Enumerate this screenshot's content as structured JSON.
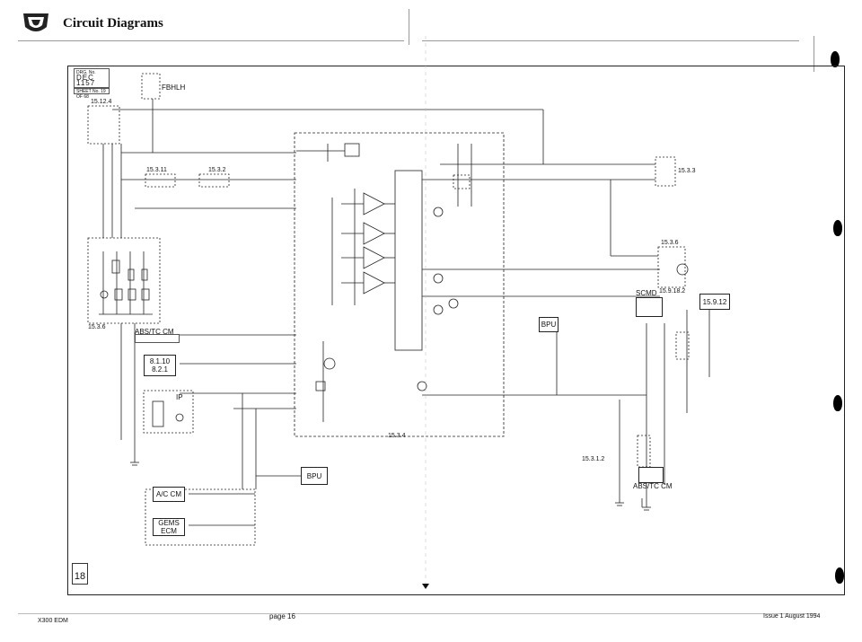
{
  "header": {
    "title": "Circuit Diagrams"
  },
  "reference": {
    "label": "DRG. No.",
    "drawing_no": "DEC 1157",
    "sheet_label": "SHEET No.",
    "sheet": "19",
    "of_label": "OF",
    "total": "68"
  },
  "diagram": {
    "connectors": {
      "fbhlh": "FBHLH",
      "c15_12_4": "15.12.4",
      "c15_3_11": "15.3.11",
      "c15_3_2": "15.3.2",
      "c15_3_3": "15.3.3",
      "c15_3_6a": "15.3.6",
      "c15_3_6b": "15.3.6",
      "c15_9_18_2": "15.9.18.2",
      "c15_9_12": "15.9.12",
      "c15_3_4": "15.3.4",
      "c15_3_1_2": "15.3.1.2",
      "c8_1_10": "8.1.10",
      "c8_2_1": "8.2.1"
    },
    "modules": {
      "abs_tc_cm_top": "ABS/TC CM",
      "abs_tc_cm_bottom": "ABS/TC CM",
      "ip": "IP",
      "bpu_right": "BPU",
      "bpu_bottom": "BPU",
      "scmd": "SCMD",
      "ac_cm": "A/C CM",
      "gems_ecm": "GEMS ECM"
    }
  },
  "footer": {
    "left": "X300 EDM",
    "center": "page 16",
    "right": "Issue 1 August 1994",
    "page_badge": "18"
  }
}
